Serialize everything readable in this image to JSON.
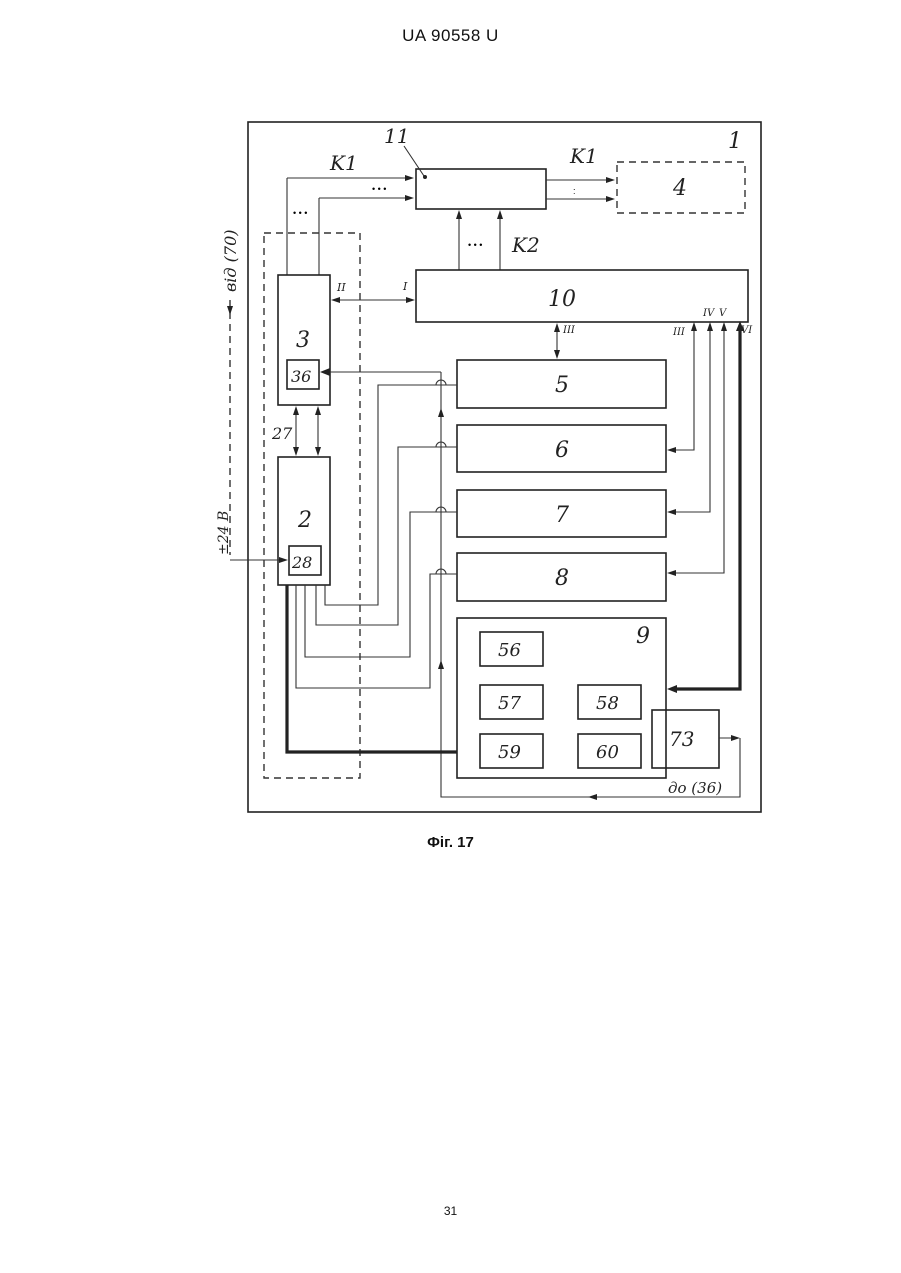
{
  "header": {
    "patent": "UA   90558   U"
  },
  "caption": "Фіг. 17",
  "page_number": "31",
  "diagram": {
    "blocks": {
      "b1": "1",
      "b2": "2",
      "b3": "3",
      "b4": "4",
      "b5": "5",
      "b6": "6",
      "b7": "7",
      "b8": "8",
      "b9": "9",
      "b10": "10",
      "b11": "11",
      "b27": "27",
      "b28": "28",
      "b36": "36",
      "b56": "56",
      "b57": "57",
      "b58": "58",
      "b59": "59",
      "b60": "60",
      "b73": "73"
    },
    "labels": {
      "k1_left": "K1",
      "k1_right": "K1",
      "k2": "K2",
      "dots_top": "• • •",
      "dots_left": "• • •",
      "dots_k2": "• • •",
      "vid": "від (70)",
      "voltage": "±24 В",
      "do": "до (36)",
      "port_I": "I",
      "port_II": "II",
      "port_III_a": "III",
      "port_III_b": "III",
      "port_IV": "IV",
      "port_V": "V",
      "port_VI": "VI"
    }
  }
}
